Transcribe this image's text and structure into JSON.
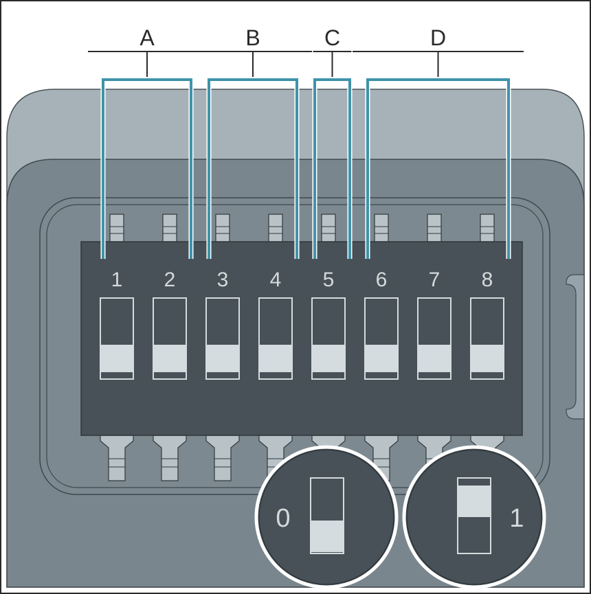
{
  "groups": [
    {
      "label": "A",
      "switches": [
        1,
        2
      ]
    },
    {
      "label": "B",
      "switches": [
        3,
        4
      ]
    },
    {
      "label": "C",
      "switches": [
        5
      ]
    },
    {
      "label": "D",
      "switches": [
        6,
        7,
        8
      ]
    }
  ],
  "switches": [
    {
      "number": "1",
      "state": "0"
    },
    {
      "number": "2",
      "state": "0"
    },
    {
      "number": "3",
      "state": "0"
    },
    {
      "number": "4",
      "state": "0"
    },
    {
      "number": "5",
      "state": "0"
    },
    {
      "number": "6",
      "state": "0"
    },
    {
      "number": "7",
      "state": "0"
    },
    {
      "number": "8",
      "state": "0"
    }
  ],
  "legend": {
    "off_label": "0",
    "on_label": "1"
  },
  "colors": {
    "bracket": "#3f93ab",
    "housing_outer": "#a7b2b8",
    "housing_inner": "#7a868d",
    "dip_body": "#475157",
    "slider": "#d5dcdf",
    "pin": "#b9c3c7"
  }
}
